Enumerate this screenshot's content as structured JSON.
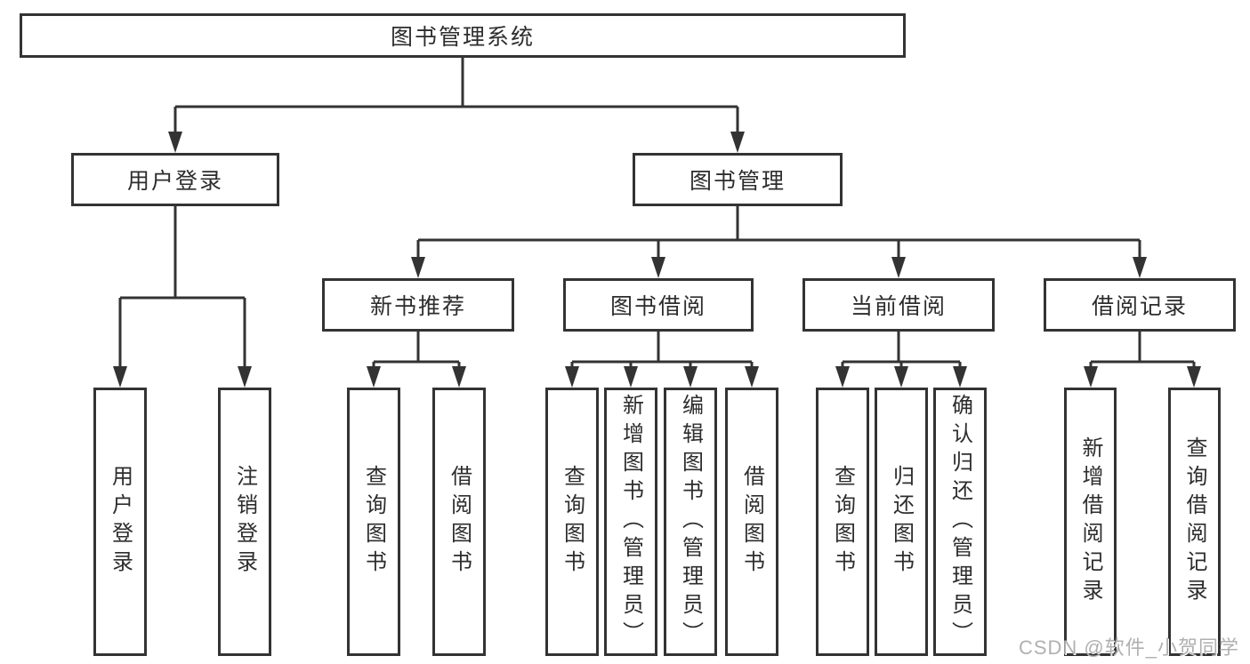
{
  "colors": {
    "line": "#333333",
    "node_border": "#333333",
    "node_text": "#2d2d2d",
    "background": "#ffffff",
    "watermark": "#b0b0b0"
  },
  "watermark": {
    "text": "CSDN @软件_小贺同学"
  },
  "tree": {
    "root": {
      "label": "图书管理系统",
      "children": [
        {
          "label": "用户登录",
          "children": [
            {
              "label": "用户登录"
            },
            {
              "label": "注销登录"
            }
          ]
        },
        {
          "label": "图书管理",
          "children": [
            {
              "label": "新书推荐",
              "children": [
                {
                  "label": "查询图书"
                },
                {
                  "label": "借阅图书"
                }
              ]
            },
            {
              "label": "图书借阅",
              "children": [
                {
                  "label": "查询图书"
                },
                {
                  "label": "新增图书（管理员）"
                },
                {
                  "label": "编辑图书（管理员）"
                },
                {
                  "label": "借阅图书"
                }
              ]
            },
            {
              "label": "当前借阅",
              "children": [
                {
                  "label": "查询图书"
                },
                {
                  "label": "归还图书"
                },
                {
                  "label": "确认归还（管理员）"
                }
              ]
            },
            {
              "label": "借阅记录",
              "children": [
                {
                  "label": "新增借阅记录"
                },
                {
                  "label": "查询借阅记录"
                }
              ]
            }
          ]
        }
      ]
    }
  }
}
